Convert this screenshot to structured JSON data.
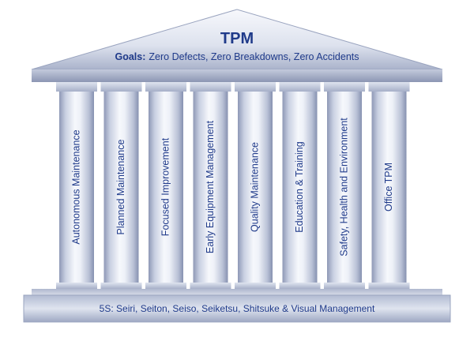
{
  "roof": {
    "title": "TPM",
    "goals_label": "Goals:",
    "goals_text": "Zero Defects, Zero Breakdowns, Zero Accidents"
  },
  "pillars": [
    "Autonomous Maintenance",
    "Planned Maintenance",
    "Focused Improvement",
    "Early Equipment Management",
    "Quality Maintenance",
    "Education & Training",
    "Safety, Health and Environment",
    "Office TPM"
  ],
  "foundation": {
    "text": "5S: Seiri, Seiton, Seiso, Seiketsu, Shitsuke & Visual Management"
  },
  "colors": {
    "text": "#1f3a8a",
    "marble_light": "#f4f6fb",
    "marble_mid": "#c9d0e2",
    "marble_dark": "#8e98b6"
  }
}
